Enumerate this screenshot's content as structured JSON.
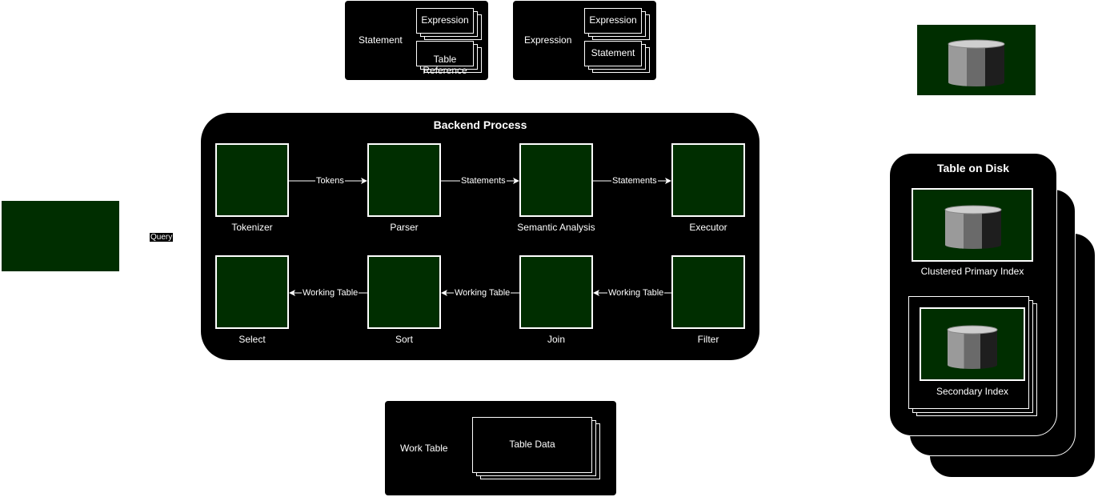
{
  "statement_panel": {
    "title": "Statement",
    "items": [
      "Expression",
      "Table\nReference"
    ]
  },
  "expression_panel": {
    "title": "Expression",
    "items": [
      "Expression",
      "Statement"
    ]
  },
  "backend": {
    "title": "Backend Process",
    "top_row": [
      "Tokenizer",
      "Parser",
      "Semantic Analysis",
      "Executor"
    ],
    "top_edges": [
      "Tokens",
      "Statements",
      "Statements"
    ],
    "bottom_row": [
      "Select",
      "Sort",
      "Join",
      "Filter"
    ],
    "bottom_edges": [
      "Working Table",
      "Working Table",
      "Working Table"
    ]
  },
  "query_label": "Query",
  "table_on_disk": {
    "title": "Table on Disk",
    "primary": "Clustered Primary Index",
    "secondary": "Secondary Index"
  },
  "work_table": {
    "title": "Work Table",
    "data": "Table Data"
  },
  "colors": {
    "panel": "#000000",
    "node_fill": "#002e00",
    "stroke": "#ffffff"
  }
}
